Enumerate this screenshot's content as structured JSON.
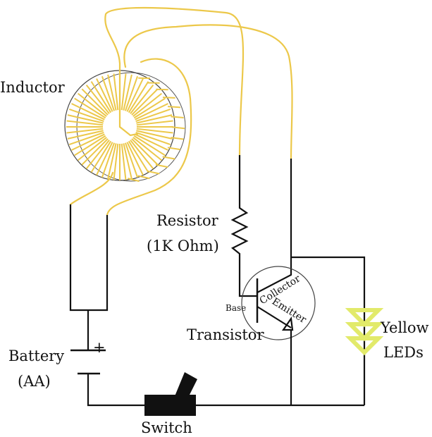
{
  "labels": {
    "inductor": "Inductor",
    "resistor": "Resistor",
    "resistor_value": "(1K Ohm)",
    "base": "Base",
    "collector": "Collector",
    "emitter": "Emitter",
    "transistor": "Transistor",
    "leds_line1": "Yellow",
    "leds_line2": "LEDs",
    "battery": "Battery",
    "battery_type": "(AA)",
    "battery_plus": "+",
    "switch": "Switch"
  },
  "colors": {
    "wire": "#111111",
    "coil_wire": "#ecc84a",
    "led": "#e2ea6a"
  }
}
